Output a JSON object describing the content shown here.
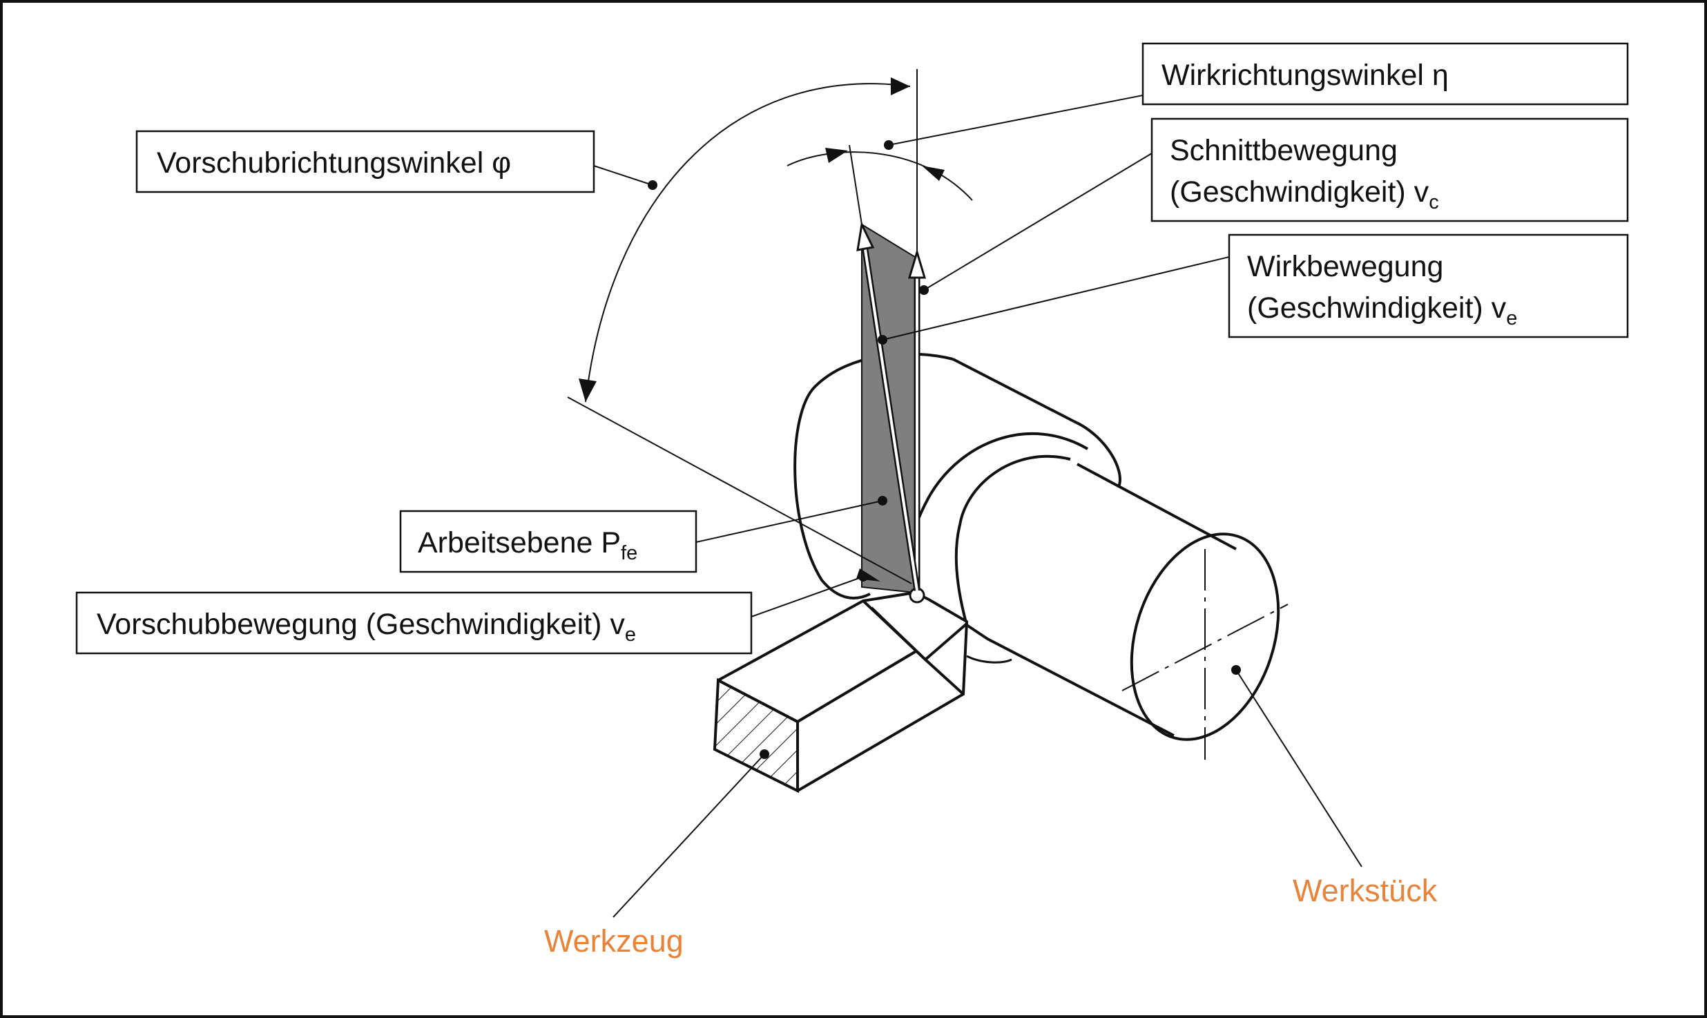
{
  "colors": {
    "text": "#111111",
    "label_accent": "#E8833A",
    "plane_fill": "#7f7f7f",
    "background": "#ffffff"
  },
  "labels": {
    "wirkrichtungswinkel": {
      "text": "Wirkrichtungswinkel η"
    },
    "vorschubrichtungswinkel": {
      "text": "Vorschubrichtungswinkel φ"
    },
    "schnittbewegung": {
      "line1": "Schnittbewegung",
      "line2": "(Geschwindigkeit) v",
      "sub": "c"
    },
    "wirkbewegung": {
      "line1": "Wirkbewegung",
      "line2": "(Geschwindigkeit) v",
      "sub": "e"
    },
    "arbeitsebene": {
      "text": "Arbeitsebene P",
      "sub": "fe"
    },
    "vorschubbewegung": {
      "text": "Vorschubbewegung (Geschwindigkeit) v",
      "sub": "e"
    },
    "werkzeug": {
      "text": "Werkzeug"
    },
    "werkstueck": {
      "text": "Werkstück"
    }
  }
}
